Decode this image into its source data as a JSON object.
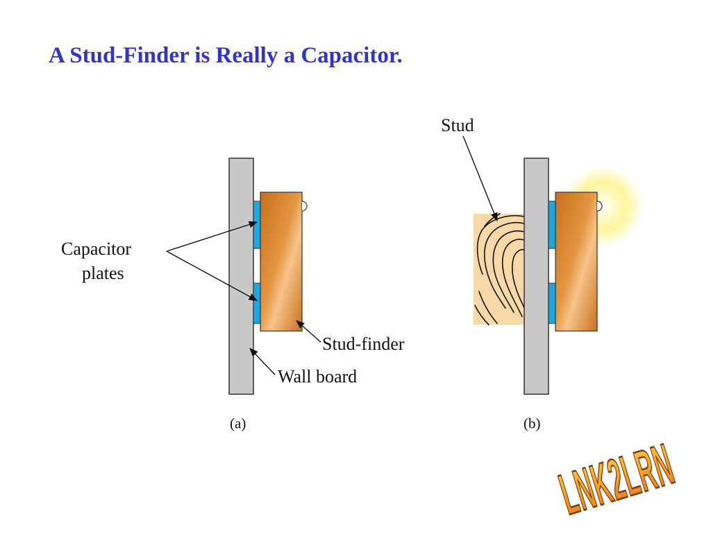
{
  "slide": {
    "title": "A Stud-Finder is Really a Capacitor."
  },
  "diagram": {
    "labels": {
      "capacitor_line1": "Capacitor",
      "capacitor_line2": "plates",
      "stud_finder": "Stud-finder",
      "wall_board": "Wall board",
      "stud": "Stud",
      "panel_a": "(a)",
      "panel_b": "(b)"
    }
  },
  "logo": {
    "text": "LNK2LRN"
  },
  "colors": {
    "title": "#3333cc",
    "wall": "#c8c8c8",
    "plate": "#1fa7e0",
    "finder_dark": "#c8701c",
    "finder_light": "#f6c48a",
    "stud_wood": "#f7d9a8",
    "glow": "#fff48a",
    "logo_fill": "#f39a1e"
  }
}
